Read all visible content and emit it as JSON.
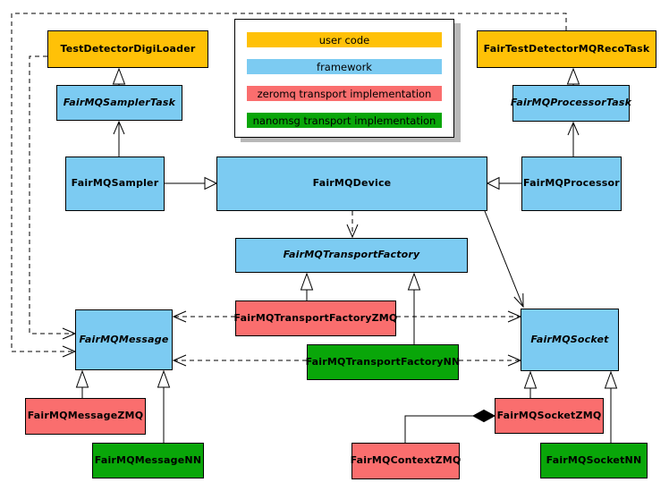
{
  "palette": {
    "user_code": "#FFC107",
    "framework": "#7CCBF2",
    "zeromq": "#FA6E6E",
    "nanomsg": "#09A609",
    "line": "#000000",
    "background": "#FFFFFF"
  },
  "legend": {
    "items": [
      {
        "label": "user code",
        "color": "user_code"
      },
      {
        "label": "framework",
        "color": "framework"
      },
      {
        "label": "zeromq transport implementation",
        "color": "zeromq"
      },
      {
        "label": "nanomsg transport implementation",
        "color": "nanomsg"
      }
    ]
  },
  "nodes": {
    "testDetectorDigiLoader": {
      "label": "TestDetectorDigiLoader",
      "category": "user code",
      "abstract": false
    },
    "fairTestDetectorMQRecoTask": {
      "label": "FairTestDetectorMQRecoTask",
      "category": "user code",
      "abstract": false
    },
    "fairMQSamplerTask": {
      "label": "FairMQSamplerTask",
      "category": "framework",
      "abstract": true
    },
    "fairMQProcessorTask": {
      "label": "FairMQProcessorTask",
      "category": "framework",
      "abstract": true
    },
    "fairMQSampler": {
      "label": "FairMQSampler",
      "category": "framework",
      "abstract": false
    },
    "fairMQDevice": {
      "label": "FairMQDevice",
      "category": "framework",
      "abstract": false
    },
    "fairMQProcessor": {
      "label": "FairMQProcessor",
      "category": "framework",
      "abstract": false
    },
    "fairMQTransportFactory": {
      "label": "FairMQTransportFactory",
      "category": "framework",
      "abstract": true
    },
    "fairMQTransportFactoryZMQ": {
      "label": "FairMQTransportFactoryZMQ",
      "category": "zeromq",
      "abstract": false
    },
    "fairMQTransportFactoryNN": {
      "label": "FairMQTransportFactoryNN",
      "category": "nanomsg",
      "abstract": false
    },
    "fairMQMessage": {
      "label": "FairMQMessage",
      "category": "framework",
      "abstract": true
    },
    "fairMQSocket": {
      "label": "FairMQSocket",
      "category": "framework",
      "abstract": true
    },
    "fairMQMessageZMQ": {
      "label": "FairMQMessageZMQ",
      "category": "zeromq",
      "abstract": false
    },
    "fairMQMessageNN": {
      "label": "FairMQMessageNN",
      "category": "nanomsg",
      "abstract": false
    },
    "fairMQContextZMQ": {
      "label": "FairMQContextZMQ",
      "category": "zeromq",
      "abstract": false
    },
    "fairMQSocketZMQ": {
      "label": "FairMQSocketZMQ",
      "category": "zeromq",
      "abstract": false
    },
    "fairMQSocketNN": {
      "label": "FairMQSocketNN",
      "category": "nanomsg",
      "abstract": false
    }
  }
}
